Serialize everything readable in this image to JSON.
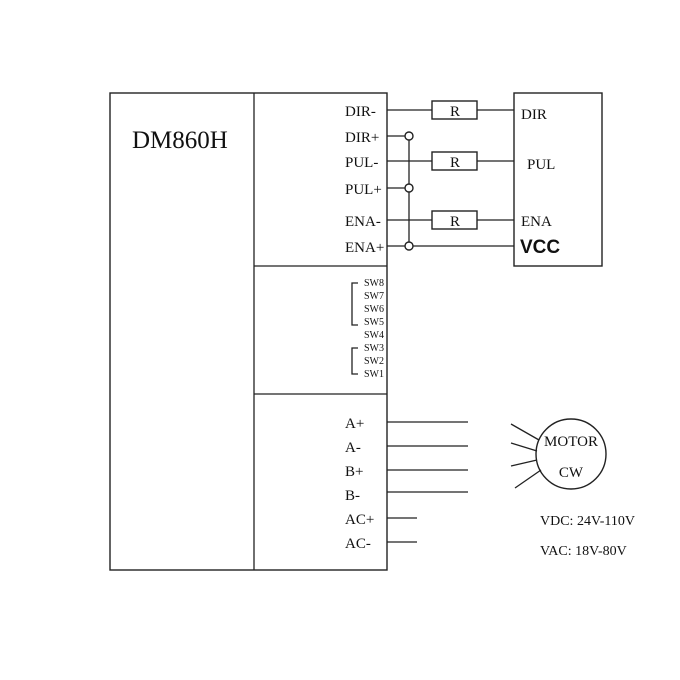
{
  "driver": {
    "model": "DM860H",
    "signal_terminals": [
      "DIR-",
      "DIR+",
      "PUL-",
      "PUL+",
      "ENA-",
      "ENA+"
    ],
    "switches": [
      "SW8",
      "SW7",
      "SW6",
      "SW5",
      "SW4",
      "SW3",
      "SW2",
      "SW1"
    ],
    "power_terminals": [
      "A+",
      "A-",
      "B+",
      "B-",
      "AC+",
      "AC-"
    ]
  },
  "controller": {
    "inputs": [
      "DIR",
      "PUL",
      "ENA"
    ],
    "supply": "VCC"
  },
  "resistor_label": "R",
  "motor": {
    "name": "MOTOR",
    "direction": "CW"
  },
  "specs": {
    "vdc": "VDC: 24V-110V",
    "vac": "VAC: 18V-80V"
  }
}
